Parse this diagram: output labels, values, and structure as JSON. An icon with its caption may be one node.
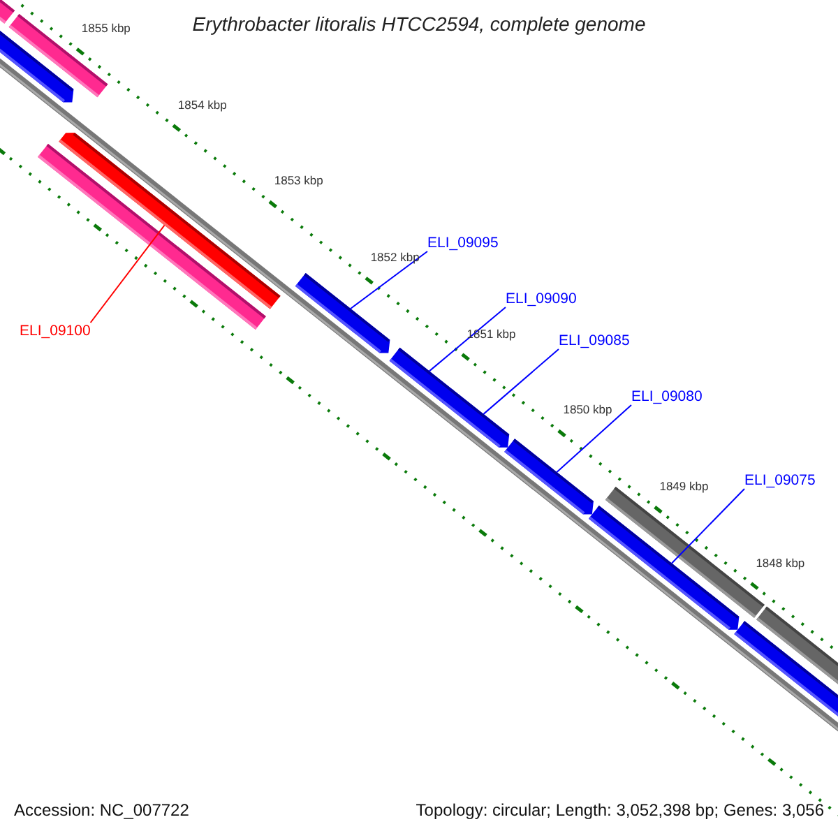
{
  "diagram": {
    "title": "Erythrobacter litoralis HTCC2594, complete genome",
    "nodes": [
      {
        "text": [
          "ELI_09095"
        ]
      },
      {
        "text": [
          "ELI_09090"
        ]
      },
      {
        "text": [
          "ELI_09100"
        ]
      },
      {
        "text": [
          "ELI_09085"
        ]
      },
      {
        "text": [
          "ELI_09080"
        ]
      },
      {
        "text": [
          "ELI_09075"
        ]
      },
      {
        "text": [],
        "shape": "bar"
      },
      {
        "text": [],
        "shape": "arrow"
      },
      {
        "text": [],
        "shape": "bar"
      },
      {
        "text": [],
        "shape": "bar"
      },
      {
        "text": [],
        "shape": "arrow"
      },
      {
        "text": [],
        "shape": "arrow"
      },
      {
        "text": [],
        "shape": "arrow"
      },
      {
        "text": [],
        "shape": "arrow"
      },
      {
        "text": [],
        "shape": "arrow"
      },
      {
        "text": [],
        "shape": "arrow"
      },
      {
        "text": [],
        "shape": "bar"
      },
      {
        "text": [],
        "shape": "arrow"
      },
      {
        "text": [],
        "shape": "bar"
      }
    ],
    "edges": [
      {
        "from": 0,
        "to": 11,
        "arrow": "none"
      },
      {
        "from": 1,
        "to": 12,
        "arrow": "none"
      },
      {
        "from": 2,
        "to": 10,
        "arrow": "none",
        "color": "#ff0000"
      },
      {
        "from": 3,
        "to": 13,
        "arrow": "none"
      },
      {
        "from": 4,
        "to": 14,
        "arrow": "none"
      },
      {
        "from": 5,
        "to": 15,
        "arrow": "none"
      }
    ],
    "labels": [
      "1855 kbp",
      "1854 kbp",
      "1853 kbp",
      "1852 kbp",
      "1851 kbp",
      "1850 kbp",
      "1849 kbp",
      "1848 kbp",
      "Accession: NC_007722",
      "Topology: circular; Length: 3,052,398 bp; Genes: 3,056"
    ]
  }
}
